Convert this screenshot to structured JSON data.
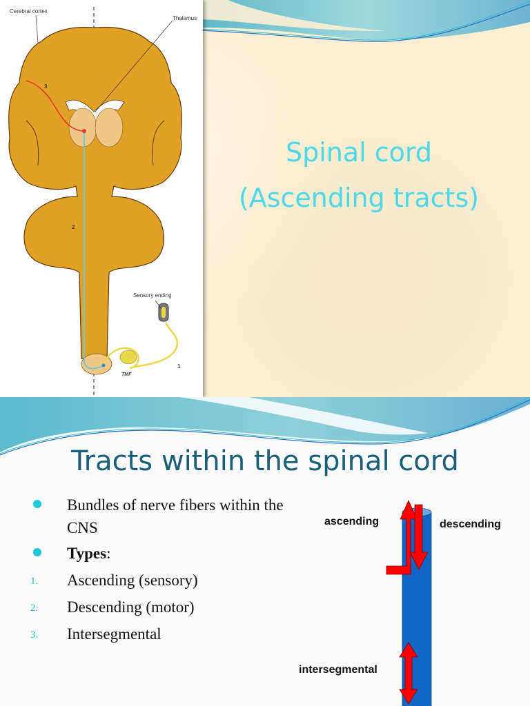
{
  "slide1": {
    "title_line1": "Spinal cord",
    "title_line2": "(Ascending tracts)",
    "title_color": "#4dd8ea",
    "figure": {
      "labels": {
        "cerebral_cortex": "Cerebral cortex",
        "thalamus": "Thalamus",
        "sensory_ending": "Sensory ending"
      },
      "neuron_numbers": [
        "1",
        "2",
        "3"
      ],
      "signature": "TMF",
      "colors": {
        "brain": "#e0a125",
        "thalamus": "#f0c883",
        "first_order_neuron": "#e8d84a",
        "second_order_neuron": "#6cc8d8",
        "third_order_neuron": "#e53a2a"
      }
    }
  },
  "slide2": {
    "title": "Tracts within the spinal cord",
    "title_color": "#1a5f78",
    "bullets": [
      {
        "text": "Bundles of nerve fibers within the CNS"
      },
      {
        "text_bold": "Types",
        "text_rest": ":"
      }
    ],
    "numbered": [
      {
        "num": "1.",
        "text": "Ascending (sensory)"
      },
      {
        "num": "2.",
        "text": "Descending (motor)"
      },
      {
        "num": "3.",
        "text": "Intersegmental"
      }
    ],
    "diagram": {
      "labels": {
        "ascending": "ascending",
        "descending": "descending",
        "intersegmental": "intersegmental"
      },
      "cord_color": "#1166c4",
      "arrow_color": "#ff0000"
    }
  }
}
